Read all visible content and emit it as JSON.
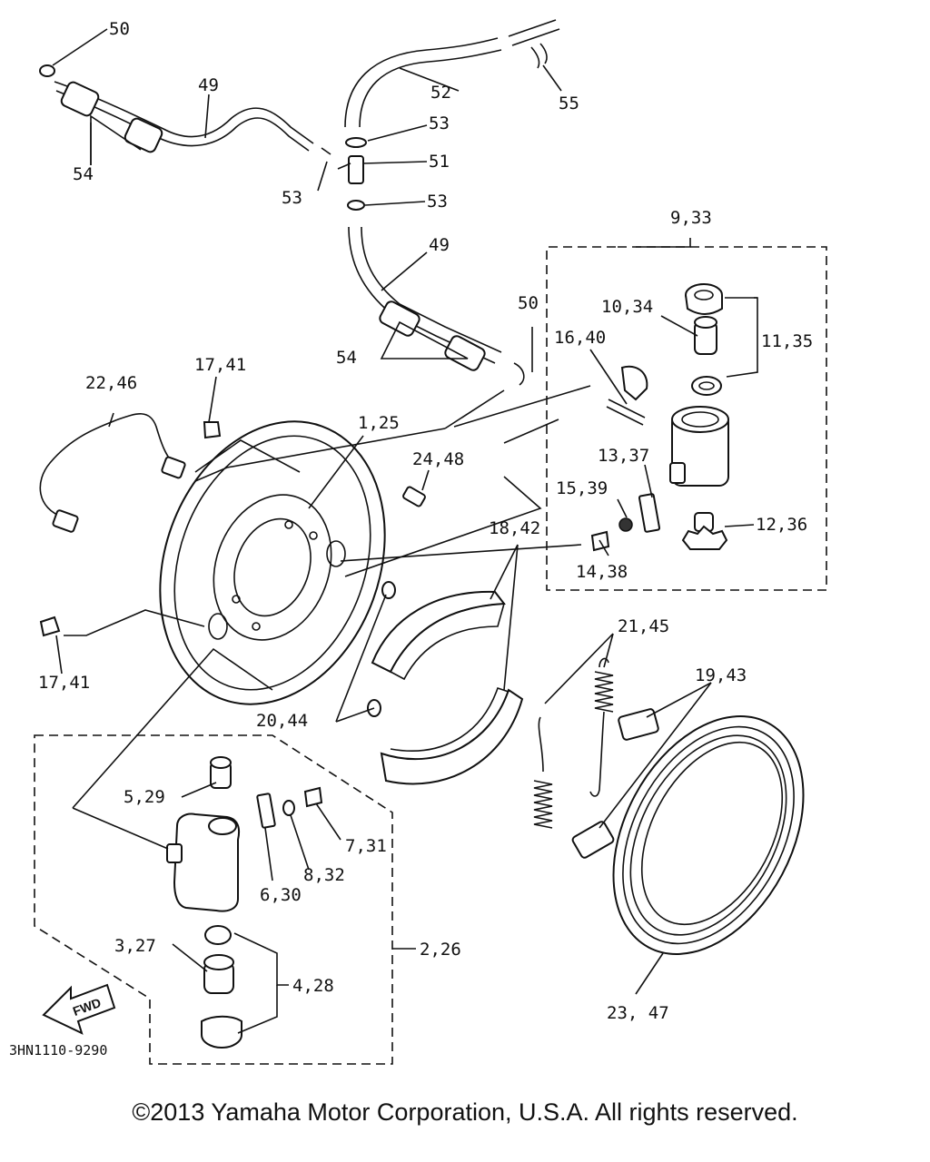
{
  "callouts": {
    "c50a": "50",
    "c49a": "49",
    "c52": "52",
    "c55": "55",
    "c53a": "53",
    "c51": "51",
    "c53b": "53",
    "c53c": "53",
    "c54a": "54",
    "c49b": "49",
    "c9_33": "9,33",
    "c50b": "50",
    "c10_34": "10,34",
    "c11_35": "11,35",
    "c16_40": "16,40",
    "c54b": "54",
    "c17_41a": "17,41",
    "c22_46": "22,46",
    "c1_25": "1,25",
    "c24_48": "24,48",
    "c13_37": "13,37",
    "c15_39": "15,39",
    "c18_42": "18,42",
    "c12_36": "12,36",
    "c14_38": "14,38",
    "c17_41b": "17,41",
    "c21_45": "21,45",
    "c19_43": "19,43",
    "c20_44": "20,44",
    "c5_29": "5,29",
    "c7_31": "7,31",
    "c8_32": "8,32",
    "c6_30": "6,30",
    "c2_26": "2,26",
    "c3_27": "3,27",
    "c4_28": "4,28",
    "c23_47": "23, 47"
  },
  "fwd_label": "FWD",
  "drawing_code": "3HN1110-9290",
  "copyright": "©2013 Yamaha Motor Corporation, U.S.A. All rights reserved."
}
